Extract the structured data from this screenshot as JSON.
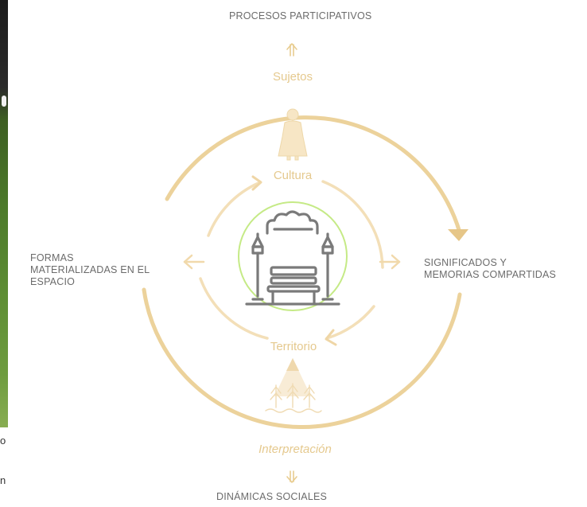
{
  "colors": {
    "ring_outer": "#ecd29b",
    "ring_inner": "#f3dfb8",
    "ring_label": "#e5c98e",
    "center_circle": "#c5ea86",
    "icon_gray": "#7a7a7a",
    "text_gray": "#6b6b6b"
  },
  "diagram": {
    "top_label": "PROCESOS PARTICIPATIVOS",
    "bottom_label": "DINÁMICAS SOCIALES",
    "left_label": [
      "FORMAS",
      "MATERIALIZADAS EN EL",
      "ESPACIO"
    ],
    "right_label": [
      "SIGNIFICADOS Y",
      "MEMORIAS COMPARTIDAS"
    ],
    "outer_top_label": "Sujetos",
    "outer_bottom_label": "Interpretación",
    "inner_top_label": "Cultura",
    "inner_bottom_label": "Territorio",
    "icons": {
      "top": "person-icon",
      "center": "park-bench-lamps-cloud-icon",
      "bottom": "mountain-forest-icon"
    }
  },
  "side_text": {
    "lines": [
      "o",
      "n"
    ]
  }
}
